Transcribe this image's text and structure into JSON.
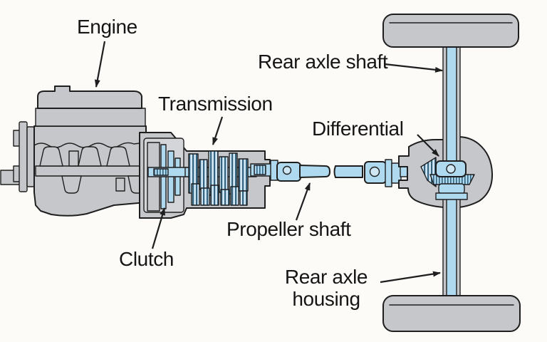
{
  "labels": {
    "engine": "Engine",
    "transmission": "Transmission",
    "clutch": "Clutch",
    "propeller_shaft": "Propeller shaft",
    "differential": "Differential",
    "rear_axle_shaft": "Rear axle shaft",
    "rear_axle_housing_line1": "Rear axle",
    "rear_axle_housing_line2": "housing"
  },
  "colors": {
    "background": "#fcfbf8",
    "part_gray": "#c6c7ca",
    "part_gray_light": "#d4d5d8",
    "part_blue": "#aed9ef",
    "part_blue_light": "#cfe7f5",
    "part_blue_dark": "#6f9cb8",
    "stripe_dark": "#33637f",
    "outline": "#1e1e1e",
    "label_text": "#151515"
  }
}
